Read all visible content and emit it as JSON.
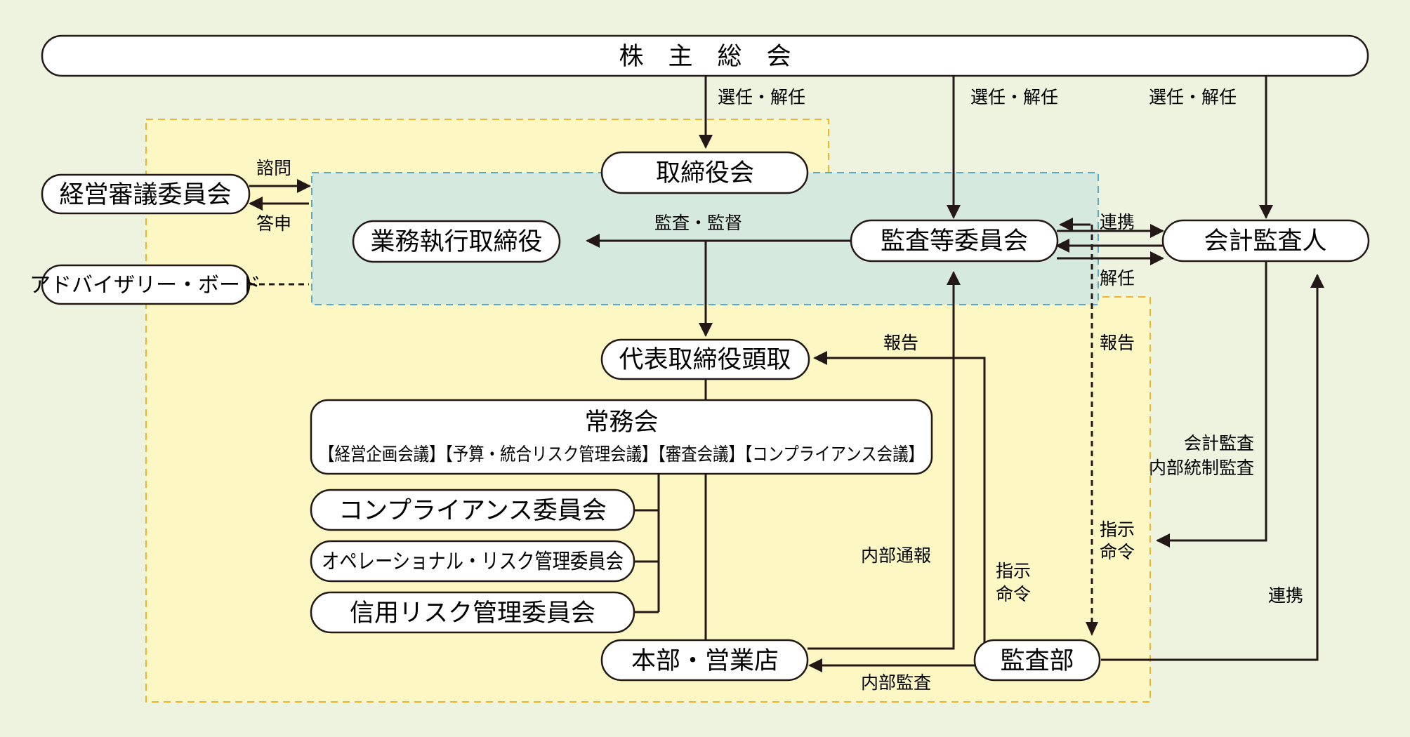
{
  "nodes": {
    "shareholders_meeting": "株　主　総　会",
    "board_of_directors": "取締役会",
    "management_council": "経営審議委員会",
    "advisory_board": "アドバイザリー・ボード",
    "executive_directors": "業務執行取締役",
    "audit_committee": "監査等委員会",
    "accounting_auditor": "会計監査人",
    "president": "代表取締役頭取",
    "executive_committee": "常務会",
    "executive_committee_sub": "【経営企画会議】【予算・統合リスク管理会議】【審査会議】【コンプライアンス会議】",
    "compliance_committee": "コンプライアンス委員会",
    "operational_risk_committee": "オペレーショナル・リスク管理委員会",
    "credit_risk_committee": "信用リスク管理委員会",
    "head_office_branches": "本部・営業店",
    "audit_department": "監査部"
  },
  "labels": {
    "appoint_dismiss": "選任・解任",
    "inquiry": "諮問",
    "report_back": "答申",
    "audit_supervision": "監査・監督",
    "cooperation": "連携",
    "dismissal": "解任",
    "report": "報告",
    "accounting_audit": "会計監査",
    "internal_control_audit": "内部統制監査",
    "instruct": "指示",
    "order": "命令",
    "internal_whistleblowing": "内部通報",
    "internal_audit": "内部監査"
  }
}
